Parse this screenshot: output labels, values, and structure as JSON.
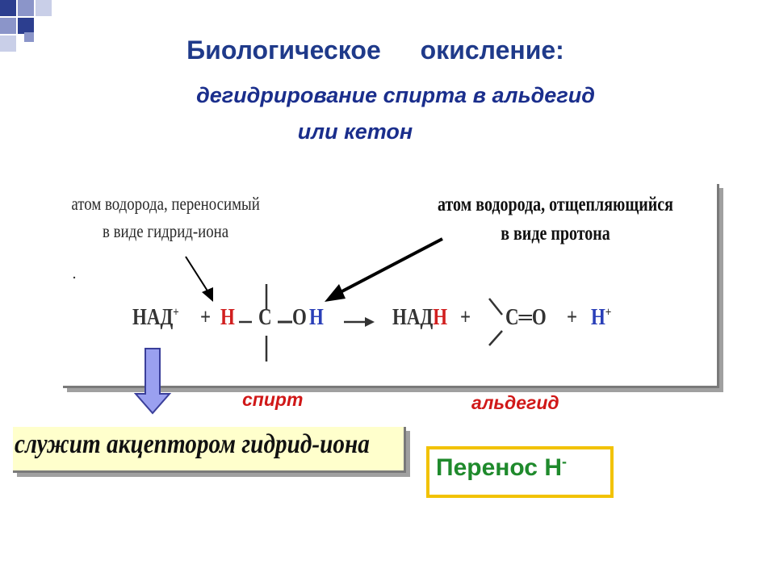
{
  "title": "Биологическое окисление:",
  "subtitle_line1": "дегидрирование спирта в альдегид",
  "subtitle_line2": "или кетон",
  "notes": {
    "left_line1": "атом водорода, переносимый",
    "left_line2": "в виде гидрид-иона",
    "right_line1": "атом водорода, отщепляющийся",
    "right_line2": "в виде протона"
  },
  "equation": {
    "nad": "НАД",
    "plus_sup": "+",
    "plus": "+",
    "h": "Н",
    "c": "С",
    "o": "О",
    "nadh": "НАД",
    "carbonyl": "С═О",
    "hplus": "Н"
  },
  "labels": {
    "alcohol": "спирт",
    "aldehyde": "альдегид"
  },
  "acceptor_text": "служит акцептором гидрид-иона",
  "transfer": {
    "text": "Перенос Н",
    "sup": "-"
  },
  "colors": {
    "title": "#1f3a8a",
    "hydride_h": "#d11f1f",
    "proton_h": "#2a3fb8",
    "transfer_text": "#1f8a2c",
    "transfer_border": "#f2c200",
    "acceptor_bg": "#ffffcc"
  }
}
